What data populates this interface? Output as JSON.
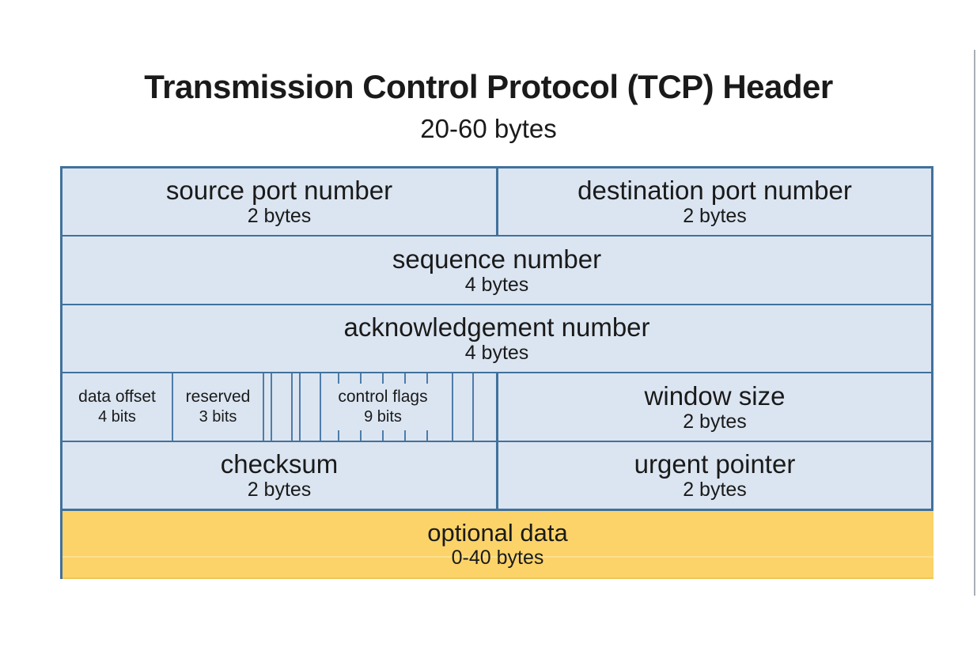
{
  "header": {
    "title": "Transmission Control Protocol (TCP) Header",
    "subtitle": "20-60 bytes"
  },
  "fields": {
    "source_port": {
      "label": "source port number",
      "size": "2 bytes"
    },
    "destination_port": {
      "label": "destination port number",
      "size": "2 bytes"
    },
    "sequence_number": {
      "label": "sequence number",
      "size": "4 bytes"
    },
    "acknowledgement_number": {
      "label": "acknowledgement number",
      "size": "4 bytes"
    },
    "data_offset": {
      "label": "data offset",
      "size": "4 bits"
    },
    "reserved": {
      "label": "reserved",
      "size": "3 bits"
    },
    "control_flags": {
      "label": "control flags",
      "size": "9 bits"
    },
    "window_size": {
      "label": "window size",
      "size": "2 bytes"
    },
    "checksum": {
      "label": "checksum",
      "size": "2 bytes"
    },
    "urgent_pointer": {
      "label": "urgent pointer",
      "size": "2 bytes"
    },
    "optional_data": {
      "label": "optional data",
      "size": "0-40 bytes"
    }
  },
  "colors": {
    "text": "#1A1A1A",
    "cell_fill": "#DBE5F1",
    "cell_border": "#41719C",
    "bit_line": "#4E7CA9",
    "optional_fill": "#FBD369",
    "optional_divider": "#FCE08F",
    "edge_artifact": "#A9AFB5"
  }
}
